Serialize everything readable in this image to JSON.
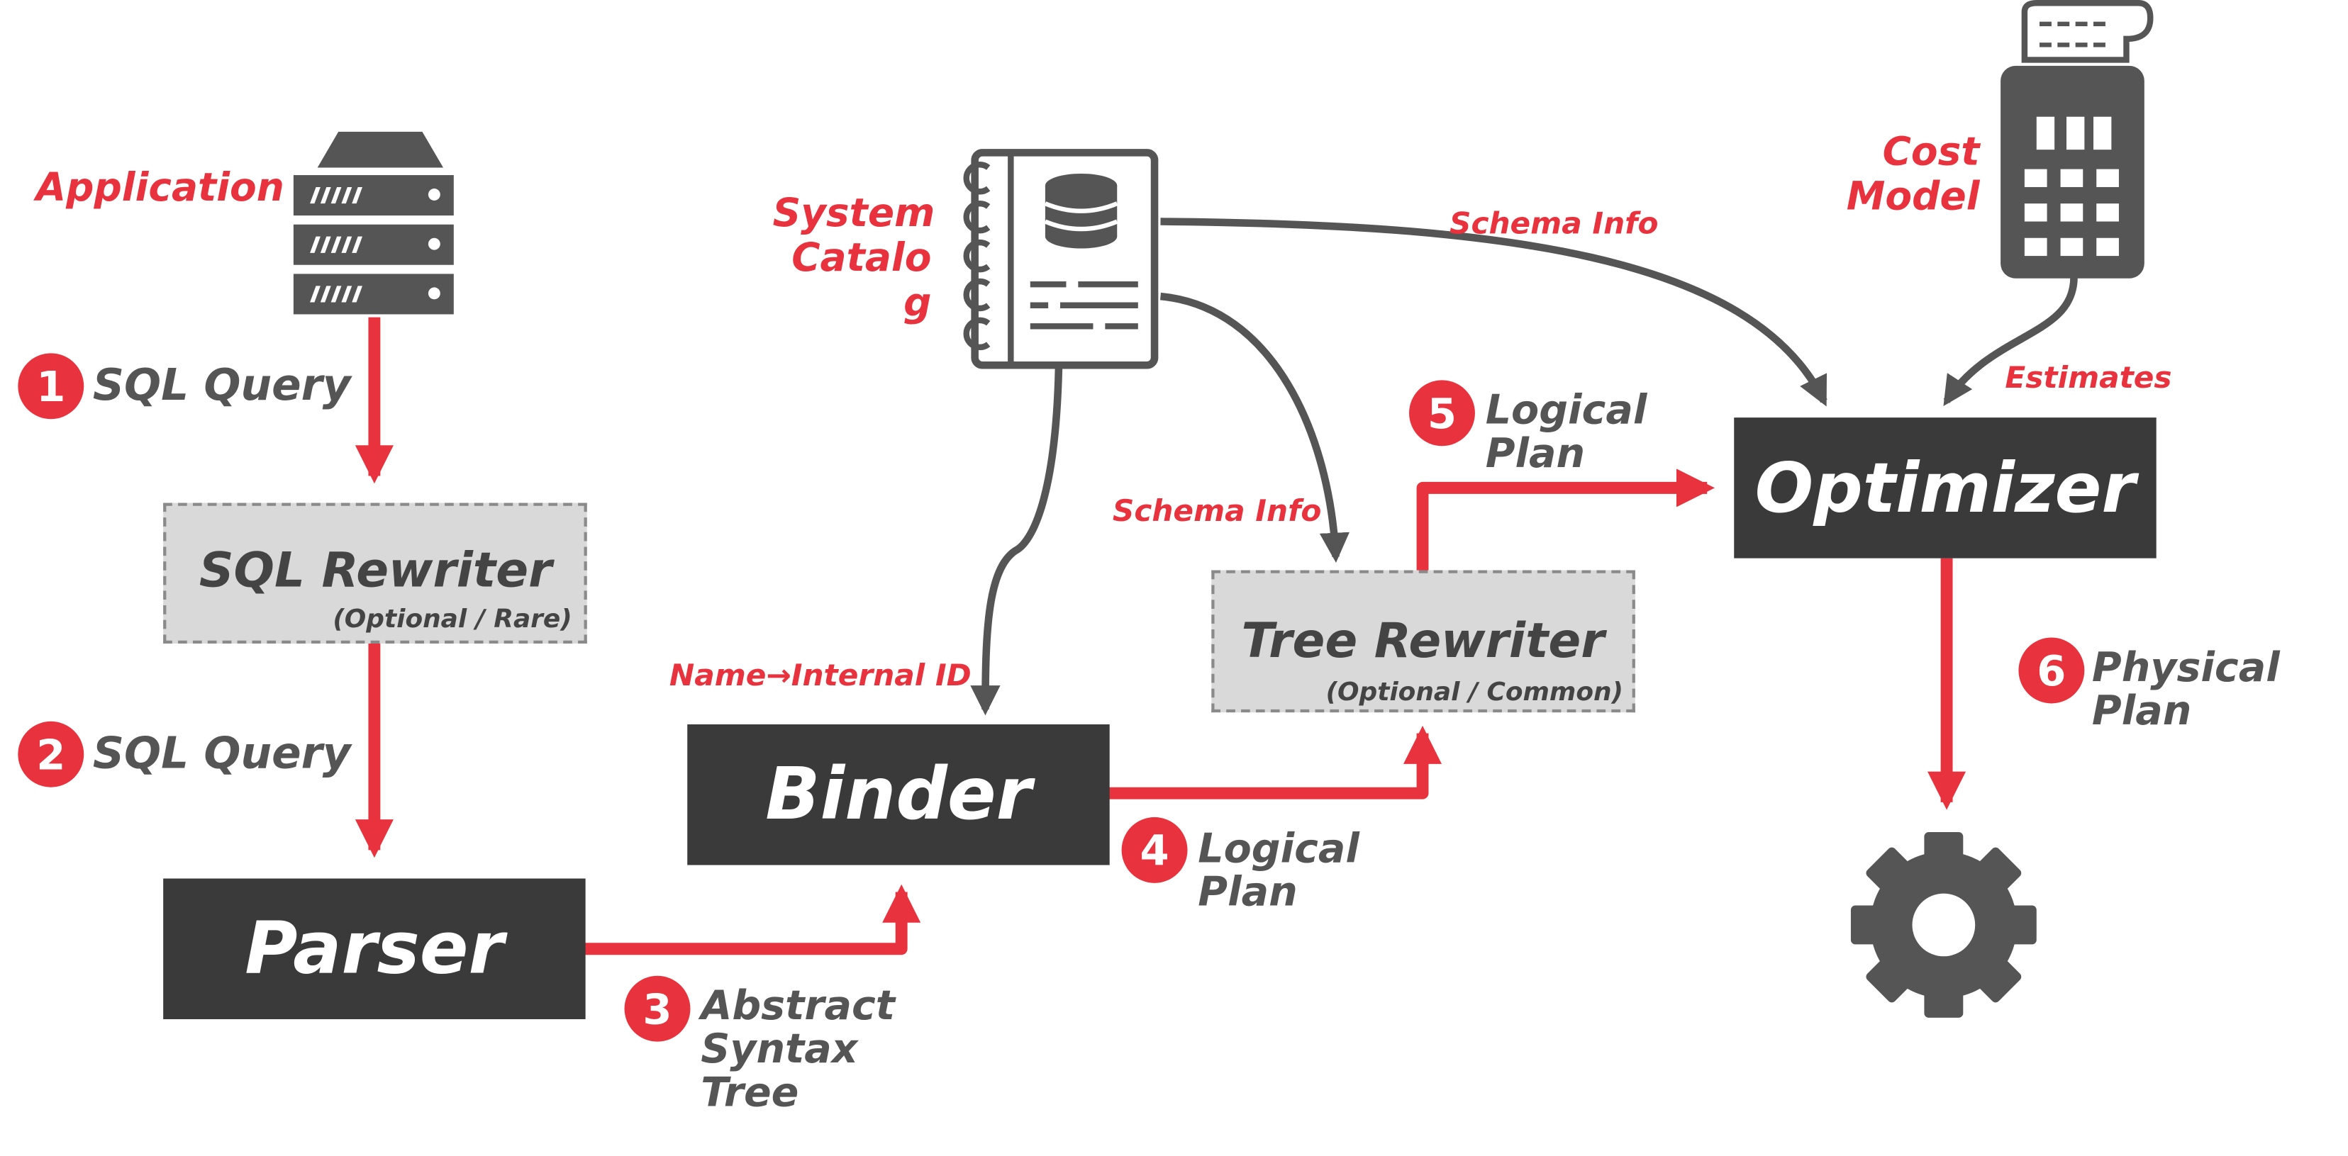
{
  "labels": {
    "application": "Application",
    "system_catalog": [
      "System",
      "Catalo",
      "g"
    ],
    "cost_model": [
      "Cost",
      "Model"
    ],
    "schema_info_top": "Schema Info",
    "schema_info_mid": "Schema Info",
    "estimates": "Estimates",
    "name_internal_id": "Name→Internal ID"
  },
  "boxes": {
    "sql_rewriter": {
      "title": "SQL Rewriter",
      "subtitle": "(Optional / Rare)"
    },
    "parser": {
      "title": "Parser"
    },
    "binder": {
      "title": "Binder"
    },
    "tree_rewriter": {
      "title": "Tree Rewriter",
      "subtitle": "(Optional / Common)"
    },
    "optimizer": {
      "title": "Optimizer"
    }
  },
  "steps": [
    {
      "number": "1",
      "lines": [
        "SQL Query"
      ]
    },
    {
      "number": "2",
      "lines": [
        "SQL Query"
      ]
    },
    {
      "number": "3",
      "lines": [
        "Abstract",
        "Syntax",
        "Tree"
      ]
    },
    {
      "number": "4",
      "lines": [
        "Logical",
        "Plan"
      ]
    },
    {
      "number": "5",
      "lines": [
        "Logical",
        "Plan"
      ]
    },
    {
      "number": "6",
      "lines": [
        "Physical",
        "Plan"
      ]
    }
  ],
  "colors": {
    "accent": "#e8333e",
    "dark": "#3a3a3a",
    "gray": "#555555",
    "dashed_fill": "#d9d9d9"
  },
  "icons": [
    "server-icon",
    "catalog-notebook-icon",
    "calculator-icon",
    "gear-icon"
  ]
}
